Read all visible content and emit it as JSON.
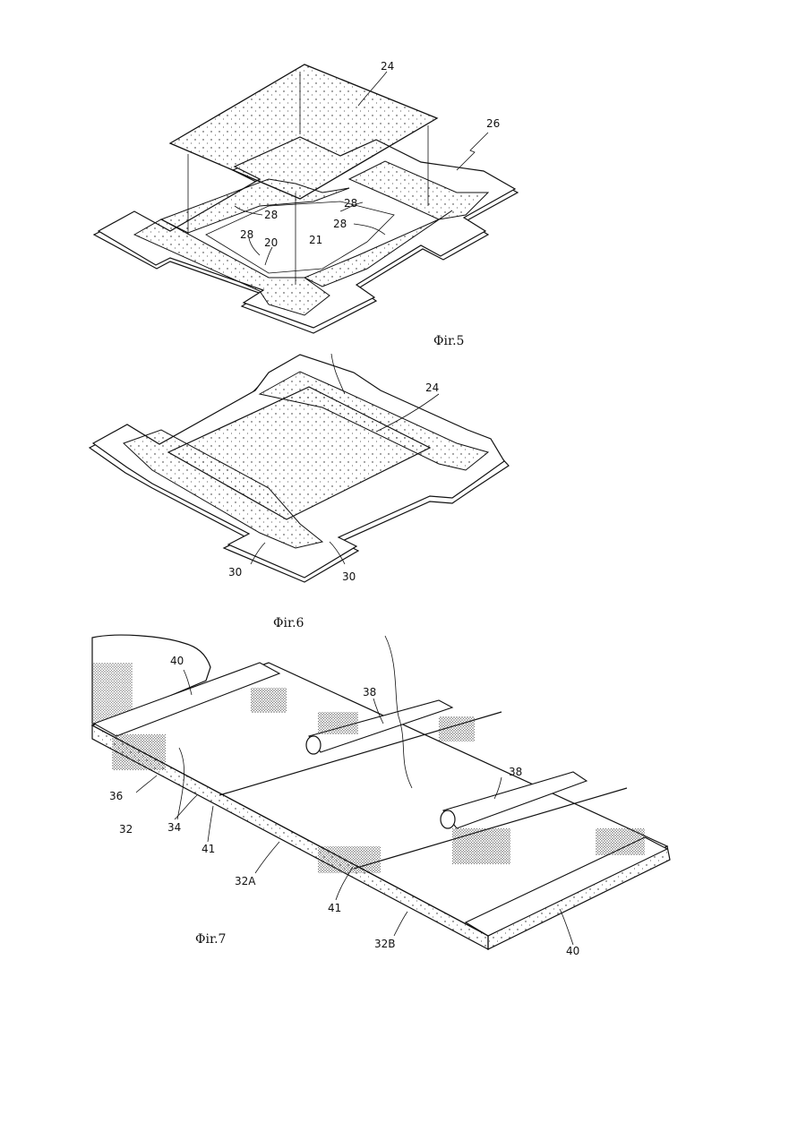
{
  "figures": [
    {
      "caption": "Φir.5",
      "labels": {
        "l24": "24",
        "l26": "26",
        "l28a": "28",
        "l28b": "28",
        "l28c": "28",
        "l28d": "28",
        "l20": "20",
        "l21": "21"
      }
    },
    {
      "caption": "Φir.6",
      "labels": {
        "l24": "24",
        "l30a": "30",
        "l30b": "30"
      }
    },
    {
      "caption": "Φir.7",
      "labels": {
        "l40a": "40",
        "l38a": "38",
        "l38b": "38",
        "l36": "36",
        "l32": "32",
        "l34": "34",
        "l41a": "41",
        "l32A": "32A",
        "l41b": "41",
        "l32B": "32B",
        "l40b": "40"
      }
    }
  ]
}
